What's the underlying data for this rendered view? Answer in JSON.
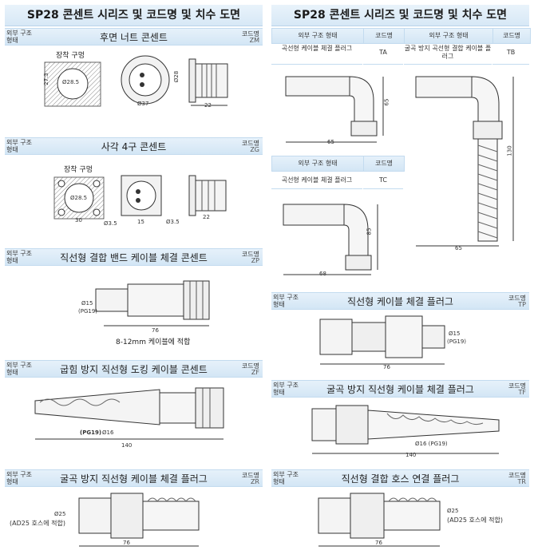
{
  "left_title": "SP28 콘센트 시리즈 및 코드명 및 치수 도면",
  "right_title": "SP28 콘센트 시리즈 및 코드명 및 치수 도면",
  "label_struct": "외부 구조 형태",
  "label_code": "코드명",
  "left_sections": [
    {
      "title": "후면 너트 콘센트",
      "code": "ZM"
    },
    {
      "title": "사각 4구 콘센트",
      "code": "ZG"
    },
    {
      "title": "직선형 결합 밴드 케이블 체결 콘센트",
      "code": "ZP"
    },
    {
      "title": "굽힘 방지 직선형 도킹 케이블 콘센트",
      "code": "ZF"
    },
    {
      "title": "굴곡 방지 직선형 케이블 체결 플러그",
      "code": "ZR"
    }
  ],
  "right_top": {
    "ta_name": "곡선형 케이블 체결 플러그",
    "ta_code": "TA",
    "tb_name": "굴곡 방지 곡선형 결합 케이블 플러그",
    "tb_code": "TB",
    "tc_name": "곡선형 케이블 체결 플러그",
    "tc_code": "TC"
  },
  "right_sections": [
    {
      "title": "직선형 케이블 체결 플러그",
      "code": "TP"
    },
    {
      "title": "굴곡 방지 직선형 케이블 체결 플러그",
      "code": "TF"
    },
    {
      "title": "직선형 결합 호스 연결 플러그",
      "code": "TR"
    }
  ],
  "labels": {
    "mount_hole": "장착 구멍",
    "d285": "Ø28.5",
    "d28": "Ø28",
    "d37": "Ø37",
    "n22": "22",
    "n273": "27.3",
    "n30": "30",
    "n35": "Ø3.5",
    "n15": "15",
    "n65": "65",
    "n130": "130",
    "n68": "68",
    "n85": "85",
    "n76": "76",
    "n140": "140",
    "d15": "Ø15",
    "pg19": "(PG19)",
    "d16": "Ø16",
    "d16pg": "Ø16  (PG19)",
    "d25": "Ø25",
    "cable_fit": "8-12mm 케이블에 적합",
    "ad25_left": "(AD25 호스에 적합)",
    "ad25_right": "(AD25 호스에 적합)"
  }
}
